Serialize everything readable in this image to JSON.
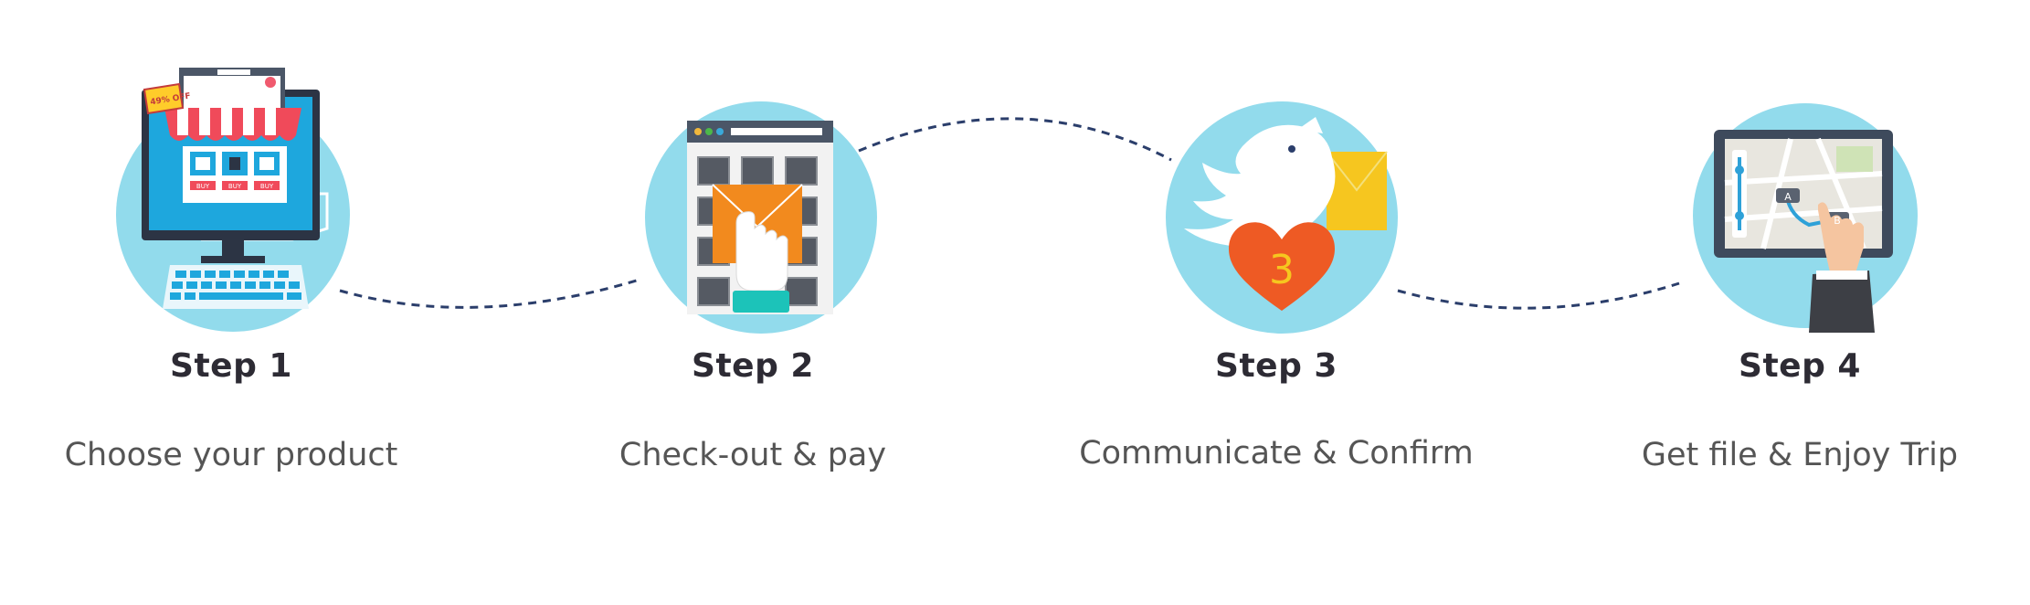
{
  "steps": [
    {
      "title": "Step 1",
      "description": "Choose your product",
      "icon": "online-shop-computer-icon",
      "shop_sign": "Online Shop",
      "tag": "49% OFF",
      "buttons": [
        "BUY",
        "BUY",
        "BUY"
      ]
    },
    {
      "title": "Step 2",
      "description": "Check-out & pay",
      "icon": "checkout-envelope-hand-icon"
    },
    {
      "title": "Step 3",
      "description": "Communicate & Confirm",
      "icon": "bird-envelope-heart-icon",
      "badge": "3"
    },
    {
      "title": "Step 4",
      "description": "Get file & Enjoy Trip",
      "icon": "tablet-map-hand-icon",
      "map_markers": [
        "A",
        "B"
      ]
    }
  ],
  "colors": {
    "circle": "#92dbec",
    "connector": "#2b3e6b",
    "title": "#2d2b34",
    "description": "#555555"
  }
}
